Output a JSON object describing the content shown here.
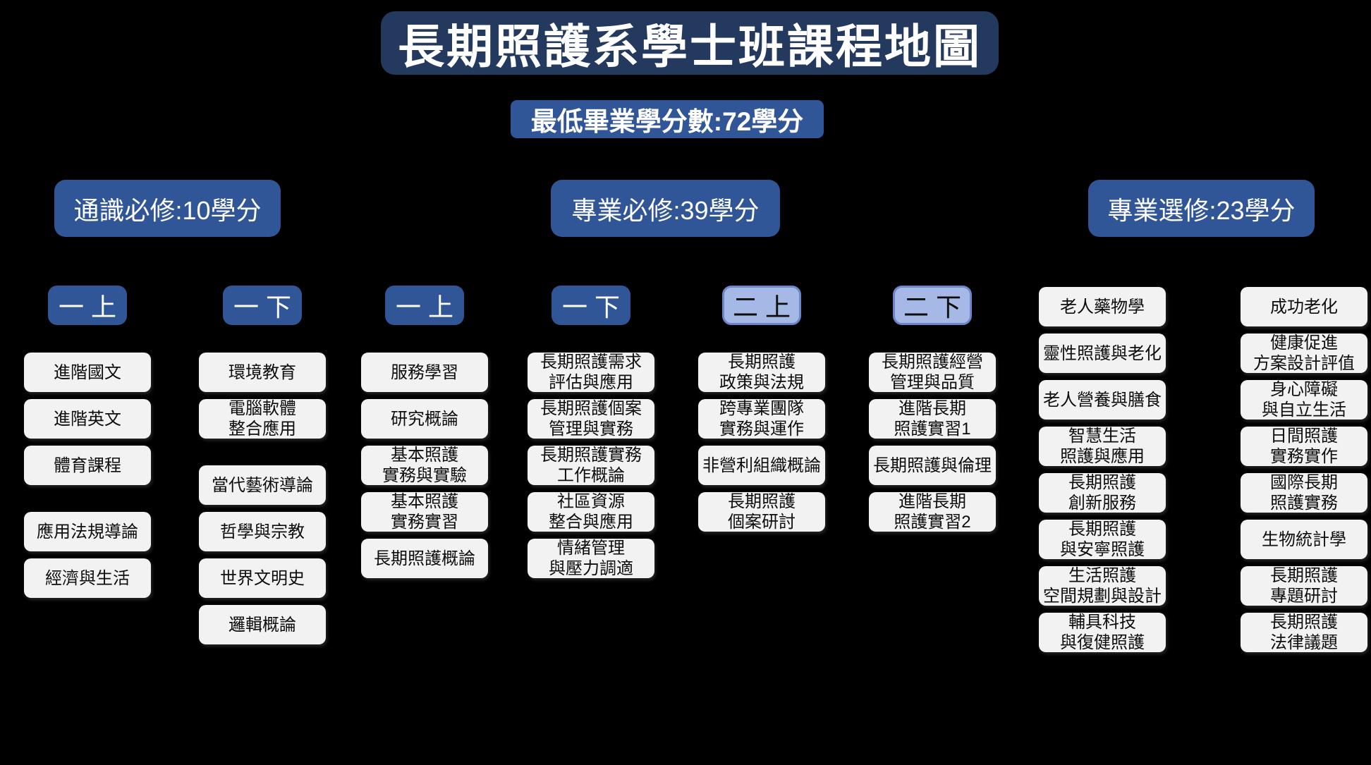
{
  "title": "長期照護系學士班課程地圖",
  "subtitle": "最低畢業學分數:72學分",
  "colors": {
    "background": "#000000",
    "title_bg": "#24395E",
    "header_bg": "#315697",
    "chip_dark_bg": "#315697",
    "chip_light_bg": "#A6B8E6",
    "chip_light_border": "#6B87C7",
    "course_bg": "#F2F2F2",
    "text_light": "#FFFFFF",
    "text_dark": "#0D0D0D"
  },
  "sections": [
    {
      "label": "通識必修:10學分"
    },
    {
      "label": "專業必修:39學分"
    },
    {
      "label": "專業選修:23學分"
    }
  ],
  "columns": [
    {
      "semester": "一上",
      "chip_style": "dark",
      "groups": [
        [
          "進階國文",
          "進階英文",
          "體育課程"
        ],
        [
          "應用法規導論",
          "經濟與生活"
        ]
      ]
    },
    {
      "semester": "一下",
      "chip_style": "dark",
      "groups": [
        [
          "環境教育",
          "電腦軟體\n整合應用"
        ],
        [
          "當代藝術導論",
          "哲學與宗教",
          "世界文明史",
          "邏輯概論"
        ]
      ]
    },
    {
      "semester": "一上",
      "chip_style": "dark",
      "groups": [
        [
          "服務學習",
          "研究概論",
          "基本照護\n實務與實驗",
          "基本照護\n實務實習",
          "長期照護概論"
        ]
      ]
    },
    {
      "semester": "一下",
      "chip_style": "dark",
      "groups": [
        [
          "長期照護需求\n評估與應用",
          "長期照護個案\n管理與實務",
          "長期照護實務\n工作概論",
          "社區資源\n整合與應用",
          "情緒管理\n與壓力調適"
        ]
      ]
    },
    {
      "semester": "二上",
      "chip_style": "light",
      "groups": [
        [
          "長期照護\n政策與法規",
          "跨專業團隊\n實務與運作",
          "非營利組織概論",
          "長期照護\n個案研討"
        ]
      ]
    },
    {
      "semester": "二下",
      "chip_style": "light",
      "groups": [
        [
          "長期照護經營\n管理與品質",
          "進階長期\n照護實習1",
          "長期照護與倫理",
          "進階長期\n照護實習2"
        ]
      ]
    },
    {
      "semester": null,
      "chip_style": null,
      "groups": [
        [
          "老人藥物學",
          "靈性照護與老化",
          "老人營養與膳食",
          "智慧生活\n照護與應用",
          "長期照護\n創新服務",
          "長期照護\n與安寧照護",
          "生活照護\n空間規劃與設計",
          "輔具科技\n與復健照護"
        ]
      ]
    },
    {
      "semester": null,
      "chip_style": null,
      "groups": [
        [
          "成功老化",
          "健康促進\n方案設計評值",
          "身心障礙\n與自立生活",
          "日間照護\n實務實作",
          "國際長期\n照護實務",
          "生物統計學",
          "長期照護\n專題研討",
          "長期照護\n法律議題"
        ]
      ]
    }
  ]
}
